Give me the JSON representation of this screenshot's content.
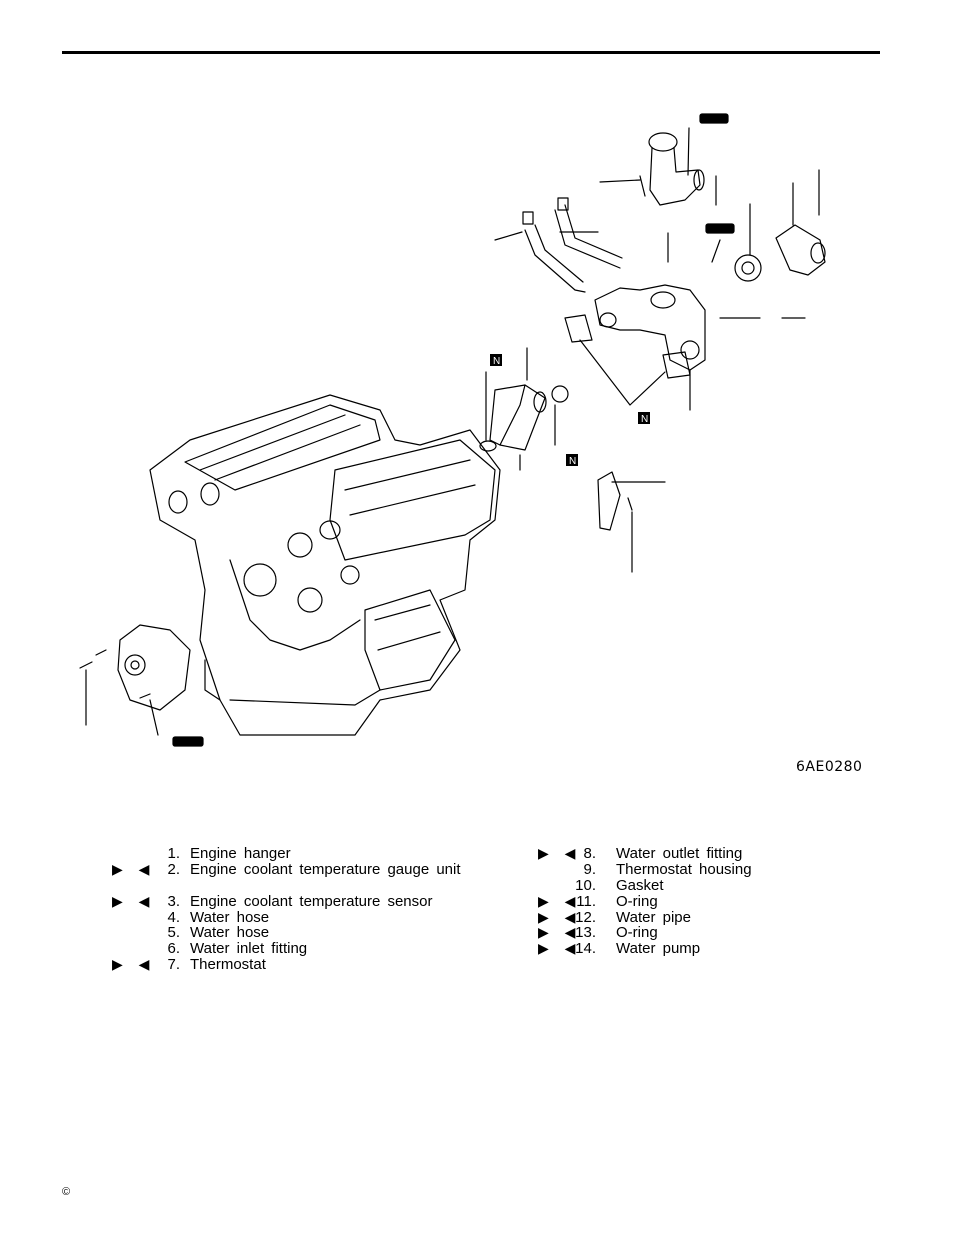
{
  "figure": {
    "code": "6AE0280",
    "new_part_mark": "N"
  },
  "parts": {
    "marks": "▶ ◀",
    "left": [
      {
        "num": "1.",
        "label": "Engine hanger",
        "marked": false
      },
      {
        "num": "2.",
        "label": "Engine coolant temperature gauge unit",
        "marked": true
      },
      {
        "num": "3.",
        "label": "Engine coolant temperature sensor",
        "marked": true
      },
      {
        "num": "4.",
        "label": "Water hose",
        "marked": false
      },
      {
        "num": "5.",
        "label": "Water hose",
        "marked": false
      },
      {
        "num": "6.",
        "label": "Water inlet fitting",
        "marked": false
      },
      {
        "num": "7.",
        "label": "Thermostat",
        "marked": true
      }
    ],
    "right": [
      {
        "num": "8.",
        "label": "Water outlet fitting",
        "marked": true
      },
      {
        "num": "9.",
        "label": "Thermostat housing",
        "marked": false
      },
      {
        "num": "10.",
        "label": "Gasket",
        "marked": false
      },
      {
        "num": "11.",
        "label": "O-ring",
        "marked": true
      },
      {
        "num": "12.",
        "label": "Water pipe",
        "marked": true
      },
      {
        "num": "13.",
        "label": "O-ring",
        "marked": true
      },
      {
        "num": "14.",
        "label": "Water pump",
        "marked": true
      }
    ]
  },
  "footer": {
    "copyright": "©"
  }
}
